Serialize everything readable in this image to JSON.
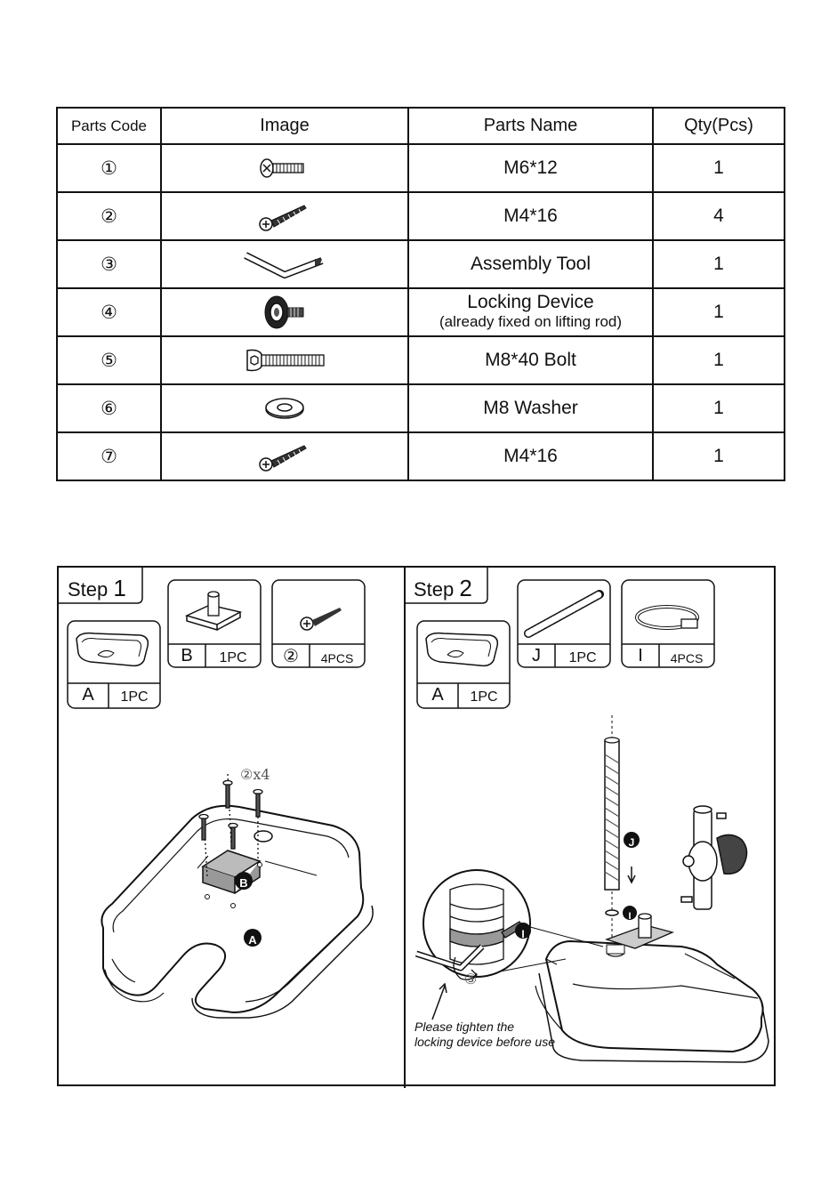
{
  "table": {
    "headers": [
      "Parts Code",
      "Image",
      "Parts Name",
      "Qty(Pcs)"
    ],
    "rows": [
      {
        "code": "①",
        "icon": "phillips-screw-icon",
        "name": "M6*12",
        "qty": "1"
      },
      {
        "code": "②",
        "icon": "wood-screw-icon",
        "name": "M4*16",
        "qty": "4"
      },
      {
        "code": "③",
        "icon": "hex-key-icon",
        "name": "Assembly Tool",
        "qty": "1"
      },
      {
        "code": "④",
        "icon": "locking-knob-icon",
        "name": "Locking Device",
        "name_note": "(already fixed on lifting rod)",
        "qty": "1"
      },
      {
        "code": "⑤",
        "icon": "hex-bolt-icon",
        "name": "M8*40 Bolt",
        "qty": "1"
      },
      {
        "code": "⑥",
        "icon": "washer-icon",
        "name": "M8 Washer",
        "qty": "1"
      },
      {
        "code": "⑦",
        "icon": "wood-screw-icon",
        "name": "M4*16",
        "qty": "1"
      }
    ]
  },
  "step1": {
    "step_word": "Step",
    "step_num": "1",
    "parts": [
      {
        "letter": "A",
        "qty": "1PC",
        "icon": "base-tray-icon"
      },
      {
        "letter": "B",
        "qty": "1PC",
        "icon": "mount-plate-icon"
      },
      {
        "letter": "②",
        "qty": "4PCS",
        "icon": "wood-screw-icon"
      }
    ],
    "callout": "②x4",
    "marker_a": "A",
    "marker_b": "B"
  },
  "step2": {
    "step_word": "Step",
    "step_num": "2",
    "parts": [
      {
        "letter": "A",
        "qty": "1PC",
        "icon": "base-tray-icon"
      },
      {
        "letter": "J",
        "qty": "1PC",
        "icon": "hose-icon"
      },
      {
        "letter": "I",
        "qty": "4PCS",
        "icon": "hose-clamp-icon"
      }
    ],
    "marker_j": "J",
    "marker_i": "I",
    "tool_ref": "③",
    "note_line1": "Please tighten the",
    "note_line2": "locking device before use"
  }
}
